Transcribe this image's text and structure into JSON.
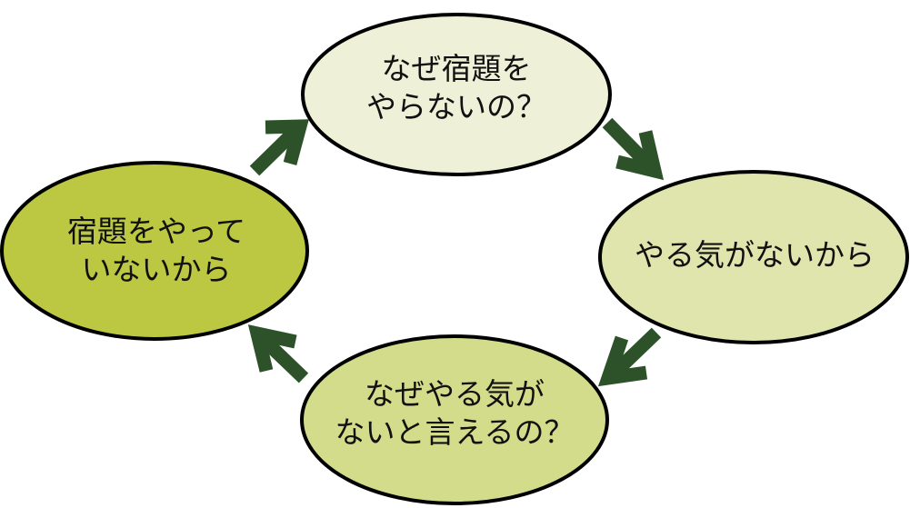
{
  "nodes": [
    {
      "id": "top",
      "lines": [
        "なぜ宿題を",
        "やらないの？"
      ],
      "color": "#eef1d7"
    },
    {
      "id": "right",
      "lines": [
        "やる気がないから"
      ],
      "color": "#dfe5ac"
    },
    {
      "id": "bottom",
      "lines": [
        "なぜやる気が",
        "ないと言えるの？"
      ],
      "color": "#d3dc8a"
    },
    {
      "id": "left",
      "lines": [
        "宿題をやって",
        "いないから"
      ],
      "color": "#bcc842"
    }
  ],
  "arrow_color": "#2d5229",
  "outline_color": "#000000"
}
